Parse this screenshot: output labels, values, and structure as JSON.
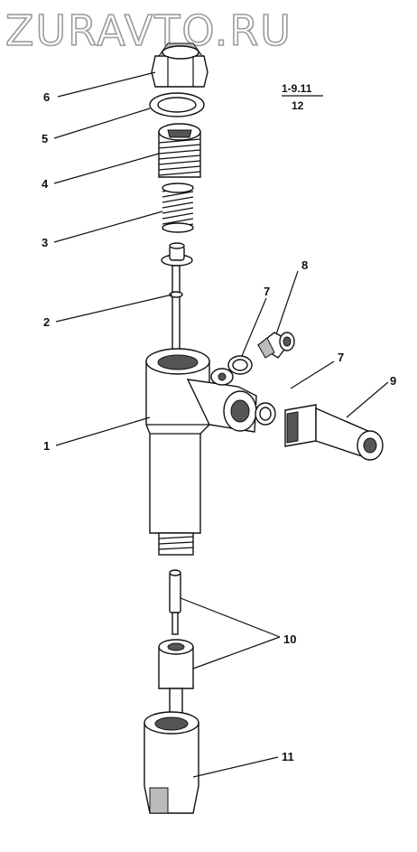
{
  "watermark": "ZURAVTO.RU",
  "reference": {
    "top": "1-9.11",
    "bottom": "12"
  },
  "callouts": [
    "6",
    "5",
    "4",
    "3",
    "2",
    "1",
    "8",
    "7",
    "7",
    "9",
    "10",
    "11"
  ]
}
